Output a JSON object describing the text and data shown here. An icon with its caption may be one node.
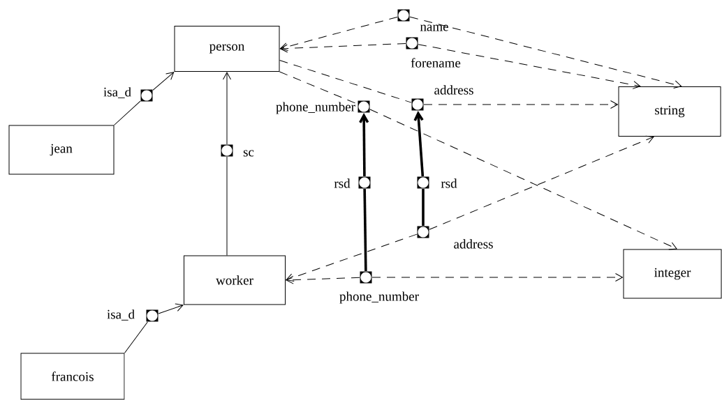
{
  "diagram": {
    "nodes": [
      {
        "text": [
          "person"
        ]
      },
      {
        "text": [
          "name"
        ]
      },
      {
        "text": [
          "forename"
        ]
      },
      {
        "text": [
          "jean"
        ]
      },
      {
        "text": [
          "isa_d"
        ]
      },
      {
        "text": [
          "phone_number"
        ]
      },
      {
        "text": [
          "address"
        ]
      },
      {
        "text": [
          "string"
        ]
      },
      {
        "text": [
          "sc"
        ]
      },
      {
        "text": [
          "rsd"
        ]
      },
      {
        "text": [
          "rsd"
        ]
      },
      {
        "text": [
          "address"
        ]
      },
      {
        "text": [
          "worker"
        ]
      },
      {
        "text": [
          "phone_number"
        ]
      },
      {
        "text": [
          "integer"
        ]
      },
      {
        "text": [
          "isa_d"
        ]
      },
      {
        "text": [
          "francois"
        ]
      }
    ],
    "edges": [
      {
        "from": 3,
        "to": 4,
        "arrow": "none"
      },
      {
        "from": 4,
        "to": 0,
        "arrow": "to"
      },
      {
        "from": 12,
        "to": 8,
        "arrow": "none"
      },
      {
        "from": 8,
        "to": 0,
        "arrow": "to"
      },
      {
        "from": 16,
        "to": 15,
        "arrow": "none"
      },
      {
        "from": 15,
        "to": 12,
        "arrow": "to"
      },
      {
        "from": 1,
        "to": 0,
        "arrow": "to",
        "style": "dashed"
      },
      {
        "from": 1,
        "to": 7,
        "arrow": "to",
        "style": "dashed"
      },
      {
        "from": 2,
        "to": 0,
        "arrow": "to",
        "style": "dashed"
      },
      {
        "from": 2,
        "to": 7,
        "arrow": "to",
        "style": "dashed"
      },
      {
        "from": 0,
        "to": 6,
        "arrow": "none",
        "style": "dashed"
      },
      {
        "from": 6,
        "to": 7,
        "arrow": "to",
        "style": "dashed"
      },
      {
        "from": 0,
        "to": 5,
        "arrow": "none",
        "style": "dashed"
      },
      {
        "from": 5,
        "to": 14,
        "arrow": "to",
        "style": "dashed"
      },
      {
        "from": 13,
        "to": 9,
        "arrow": "none",
        "style": "thick"
      },
      {
        "from": 9,
        "to": 5,
        "arrow": "to",
        "style": "thick"
      },
      {
        "from": 11,
        "to": 10,
        "arrow": "none",
        "style": "thick"
      },
      {
        "from": 10,
        "to": 6,
        "arrow": "to",
        "style": "thick"
      },
      {
        "from": 11,
        "to": 12,
        "arrow": "to",
        "style": "dashed"
      },
      {
        "from": 11,
        "to": 7,
        "arrow": "to",
        "style": "dashed"
      },
      {
        "from": 13,
        "to": 12,
        "arrow": "to",
        "style": "dashed"
      },
      {
        "from": 13,
        "to": 14,
        "arrow": "to",
        "style": "dashed"
      }
    ]
  }
}
